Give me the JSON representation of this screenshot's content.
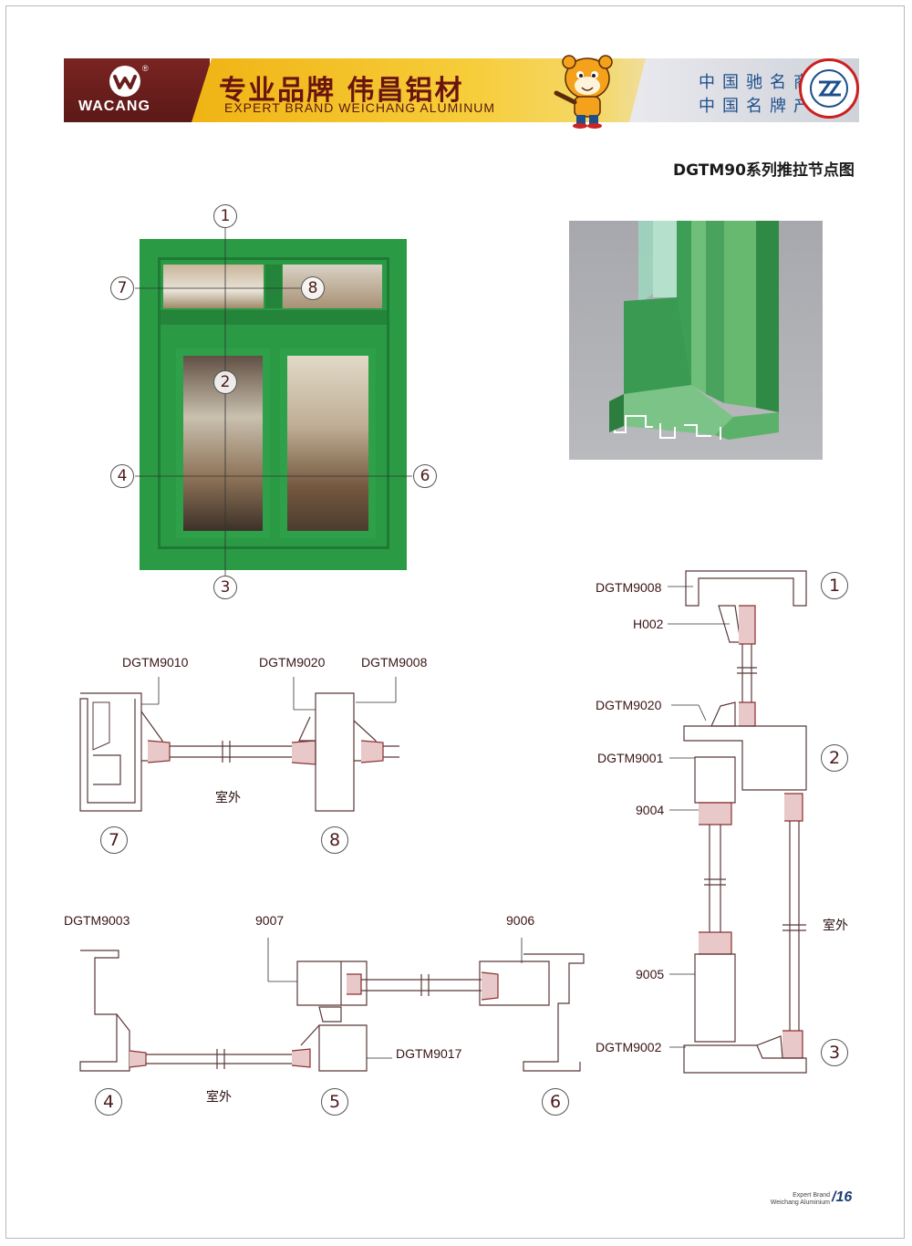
{
  "banner": {
    "logo_brand": "WACANG",
    "logo_registered": "®",
    "slogan_cn": "专业品牌  伟昌铝材",
    "slogan_en": "EXPERT BRAND WEICHANG ALUMINUM",
    "honor_line1": "中国驰名商标",
    "honor_line2": "中国名牌产品"
  },
  "page_title": "DGTM90系列推拉节点图",
  "window_callouts": [
    "1",
    "2",
    "3",
    "4",
    "6",
    "7",
    "8"
  ],
  "sections": {
    "s78": {
      "labels": {
        "a": "DGTM9010",
        "b": "DGTM9020",
        "c": "DGTM9008"
      },
      "outside": "室外",
      "num_left": "7",
      "num_right": "8"
    },
    "s456": {
      "labels": {
        "a": "DGTM9003",
        "b": "9007",
        "c": "9006",
        "d": "DGTM9017"
      },
      "outside": "室外",
      "num_a": "4",
      "num_b": "5",
      "num_c": "6"
    },
    "vertical": {
      "labels": {
        "a": "DGTM9008",
        "b": "H002",
        "c": "DGTM9020",
        "d": "DGTM9001",
        "e": "9004",
        "f": "9005",
        "g": "DGTM9002"
      },
      "outside": "室外",
      "num_1": "1",
      "num_2": "2",
      "num_3": "3"
    }
  },
  "footer": {
    "line1": "Expert Brand",
    "line2": "Weichang Aluminium",
    "page_number": "/16"
  },
  "colors": {
    "logo_bg": "#6a1d1b",
    "banner_gold": "#f0b414",
    "honor_blue": "#1d4f8c",
    "window_green": "#2b9a44",
    "drawing_stroke": "#5a3838"
  }
}
